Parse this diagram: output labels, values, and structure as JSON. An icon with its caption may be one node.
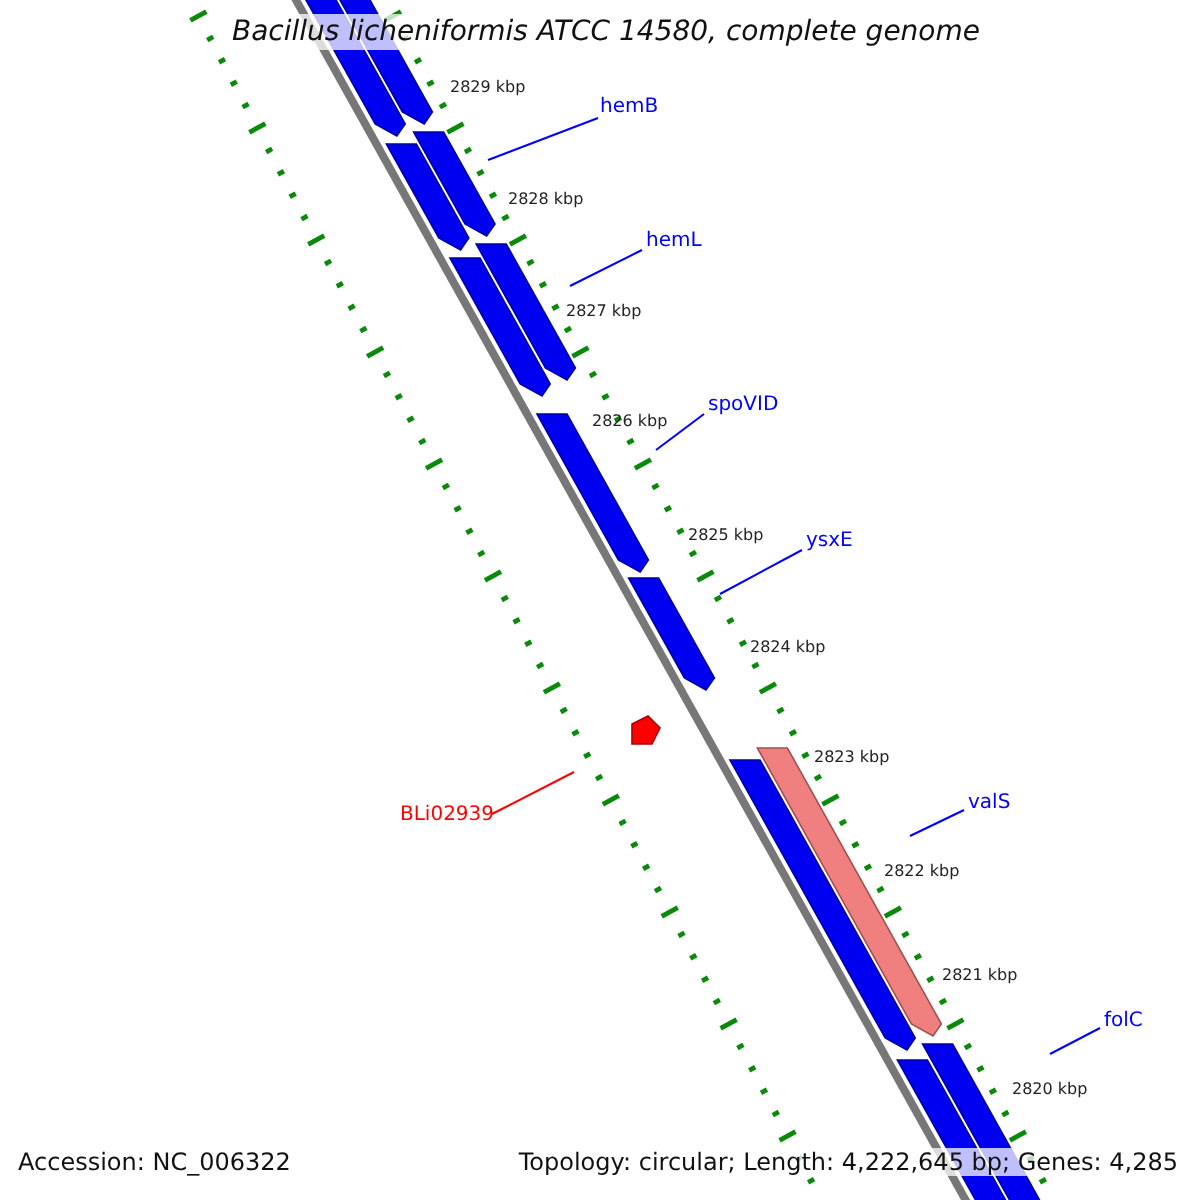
{
  "diagram": {
    "title": "Bacillus licheniformis ATCC 14580, complete genome",
    "nodes": [
      {
        "text": [
          "hemB"
        ]
      },
      {
        "text": [
          "hemL"
        ]
      },
      {
        "text": [
          "spoVID"
        ]
      },
      {
        "text": [
          "ysxE"
        ]
      },
      {
        "text": [
          "BLi02939"
        ]
      },
      {
        "text": [
          "valS"
        ]
      },
      {
        "text": [
          "folC"
        ]
      }
    ],
    "edges": [
      {
        "from": 0,
        "to": null,
        "arrow": "none"
      },
      {
        "from": 1,
        "to": null,
        "arrow": "none"
      },
      {
        "from": 2,
        "to": null,
        "arrow": "none"
      },
      {
        "from": 3,
        "to": null,
        "arrow": "none"
      },
      {
        "from": 4,
        "to": null,
        "arrow": "none",
        "color": "#ff0000"
      },
      {
        "from": 5,
        "to": null,
        "arrow": "none"
      },
      {
        "from": 6,
        "to": null,
        "arrow": "none"
      }
    ],
    "labels": [
      "2829 kbp",
      "2828 kbp",
      "2827 kbp",
      "2826 kbp",
      "2825 kbp",
      "2824 kbp",
      "2823 kbp",
      "2822 kbp",
      "2821 kbp",
      "2820 kbp",
      "Accession: NC_006322",
      "Topology: circular; Length: 4,222,645 bp; Genes: 4,285"
    ]
  }
}
